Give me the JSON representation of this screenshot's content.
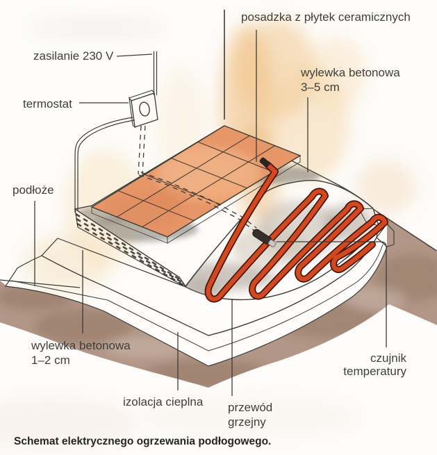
{
  "figure": {
    "caption": "Schemat elektrycznego ogrzewania podłogowego.",
    "labels": {
      "posadzka": "posadzka z płytek ceramicznych",
      "zasilanie": "zasilanie 230 V",
      "termostat": "termostat",
      "wylewka_gorna_1": "wylewka betonowa",
      "wylewka_gorna_2": "3–5 cm",
      "podloze": "podłoże",
      "wylewka_dolna_1": "wylewka betonowa",
      "wylewka_dolna_2": "1–2 cm",
      "izolacja": "izolacja cieplna",
      "przewod_1": "przewód",
      "przewod_2": "grzejny",
      "czujnik_1": "czujnik",
      "czujnik_2": "temperatury"
    },
    "colors": {
      "wall_wash": "#f0bd7d",
      "tile": "#e79668",
      "tile_edge": "#d98a5c",
      "screed_dark": "#8d8983",
      "screed_light": "#b7a99b",
      "insulation": "#fbfaf6",
      "ground": "#b29687",
      "heating_cable": "#d2491f",
      "ink": "#3b3b37"
    }
  }
}
